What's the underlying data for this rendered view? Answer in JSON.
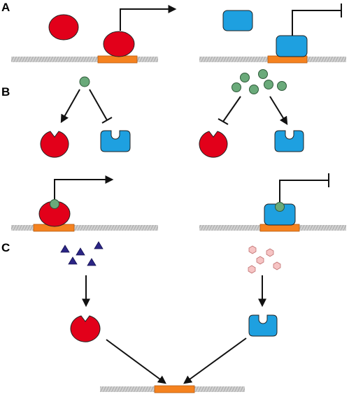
{
  "panels": {
    "a": {
      "label": "A"
    },
    "b": {
      "label": "B"
    },
    "c": {
      "label": "C"
    }
  },
  "colors": {
    "activator": "#e2001a",
    "repressor": "#1ea0e0",
    "dna": "#c8c8c8",
    "operator": "#f5821f",
    "effector": "#6aaa7a",
    "inducer_c_left": "#2b2585",
    "inducer_c_right": "#f6c4c4"
  },
  "icons": [
    "activator-protein",
    "repressor-protein",
    "dna-strand",
    "operator-site",
    "effector-molecule",
    "activation-arrow",
    "repression-bar",
    "triangle-inducer",
    "hexagon-inducer"
  ]
}
